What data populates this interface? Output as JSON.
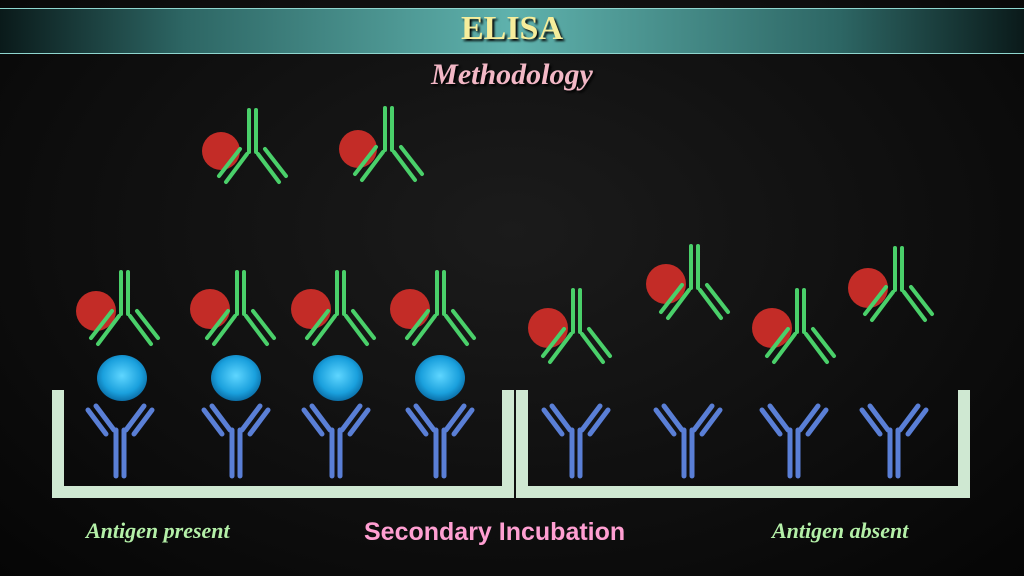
{
  "header": {
    "title": "ELISA",
    "subtitle": "Methodology"
  },
  "captions": {
    "left": "Antigen present",
    "center": "Secondary Incubation",
    "right": "Antigen absent"
  },
  "colors": {
    "title_text": "#f6ee9c",
    "subtitle_text": "#f2b7c5",
    "caption_text": "#b4f0a8",
    "center_caption_text": "#ff9fd2",
    "secondary_antibody": "#4ad06a",
    "enzyme_label": "#c32c27",
    "antigen": "#1fa7e0",
    "capture_antibody": "#5a7fd6",
    "well": "#cfe8d2"
  },
  "icons": [
    "secondary-antibody-icon",
    "enzyme-label-icon",
    "antigen-icon",
    "capture-antibody-icon",
    "well-icon"
  ]
}
